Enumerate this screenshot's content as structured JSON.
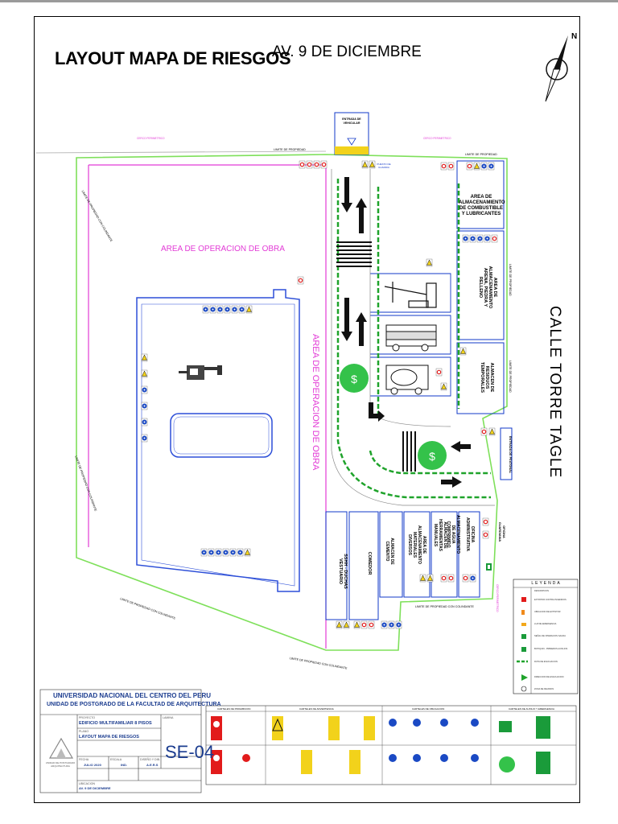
{
  "title": "LAYOUT MAPA DE RIESGOS",
  "street_top": "AV. 9 DE DICIEMBRE",
  "street_right": "CALLE TORRE TAGLE",
  "areas": {
    "operacion_1": "AREA DE OPERACION DE OBRA",
    "operacion_2": "AREA DE OPERACION DE OBRA",
    "combustible": "AREA DE ALMACENAMIENTO DE COMBUSTIBLE Y LUBRICANTES",
    "arena": "AREA DE ALMACENAMIENTO ARENA, PIEDRA Y RELLENO",
    "residuos": "ALMACEN DE RESIDUOS TEMPORALES",
    "sshh": "SSHH - DUCHAS VESTUARIO",
    "comedor": "COMEDOR",
    "cemento": "ALMACEN DE CEMENTO",
    "materiales": "AREA DE ALMACENAMIENTO MATERIALES DIVERSOS",
    "herramientas": "ALMACEN DE HERRAMIENTAS MANUALES",
    "agua": "ALMACENAMIENTO DE AGUA COMPRIMIDO",
    "oficina": "OFICINA ADMINISTRATIVA",
    "guardiania": "OFICINA GUARDIANIA"
  },
  "labels": {
    "entrada_vehicular": "ENTRADA DE VEHICULAR",
    "entrada_peatonal": "ENTRADA DE PEATONAL",
    "limite_1": "LIMITE DE PROPIEDAD",
    "limite_2": "LIMITE DE PROPIEDAD",
    "limite_left_1": "LIMITE DE PROPIEDAD CON COLINDANTE",
    "limite_left_2": "LIMITE DE PROPIEDAD CON COLINDANTE",
    "limite_bottom_1": "LIMITE DE PROPIEDAD CON COLINDANTE",
    "limite_bottom_2": "LIMITE DE PROPIEDAD CON COLINDANTE",
    "limite_bottom_3": "LIMITE DE PROPIEDAD CON COLINDANTE",
    "limite_right_1": "LIMITE DE PROPIEDAD",
    "limite_right_2": "LIMITE DE PROPIEDAD",
    "cerco_1": "CERCO PERIMETRICO",
    "cerco_2": "CERCO PERIMETRICO",
    "cerco_3": "CERCO PERIMETRICO",
    "puesto": "PUESTO DE GUARDIA"
  },
  "legend": {
    "title": "LEYENDA",
    "items": [
      "DESCRIPCION",
      "EXTINTOR CONTRA INCENDIOS",
      "UBICACION DE EXTINTOR",
      "LUZ DE EMERGENCIA",
      "SEÑAL DE OPERACION SALIDA",
      "BOTIQUIN - PRIMEROS AUXILIOS",
      "RUTA DE EVACUACION",
      "DIRECCION DE EVACUACION",
      "ZONA DE REUNION"
    ]
  },
  "title_block": {
    "university": "UNIVERSIDAD NACIONAL DEL CENTRO DEL PERU",
    "unit": "UNIDAD DE POSTGRADO DE LA FACULTAD DE ARQUITECTURA",
    "project_label": "PROYECTO",
    "project": "EDIFICIO MULTIFAMILIAR 8 PISOS",
    "plan_label": "PLANO",
    "plan": "LAYOUT MAPA DE RIESGOS",
    "date_label": "FECHA",
    "date": "JULIO 2020",
    "scale_label": "ESCALA",
    "scale": "IND.",
    "drawn_label": "DISEÑO Y DIB.",
    "drawn": "A.E.R.S",
    "location_label": "UBICACION",
    "location": "AV. 9 DE DICIEMBRE",
    "sheet_label": "LAMINA",
    "sheet": "SE-04",
    "logo_caption": "UNIDAD DE POSTGRADO ARQUITECTURA"
  },
  "signage_panel": {
    "headers": [
      "CARTELES DE PROHIBICION",
      "CARTELES DE ADVERTENCIA",
      "CARTELES DE OBLIGACION",
      "CARTELES DE AUXILIO Y EMERGENCIA"
    ]
  },
  "colors": {
    "cerco": "#7ee05a",
    "obra": "#e23bd6",
    "ruta": "#1fa32b",
    "panel": "#1238c8",
    "brand": "#1b3c8f"
  }
}
